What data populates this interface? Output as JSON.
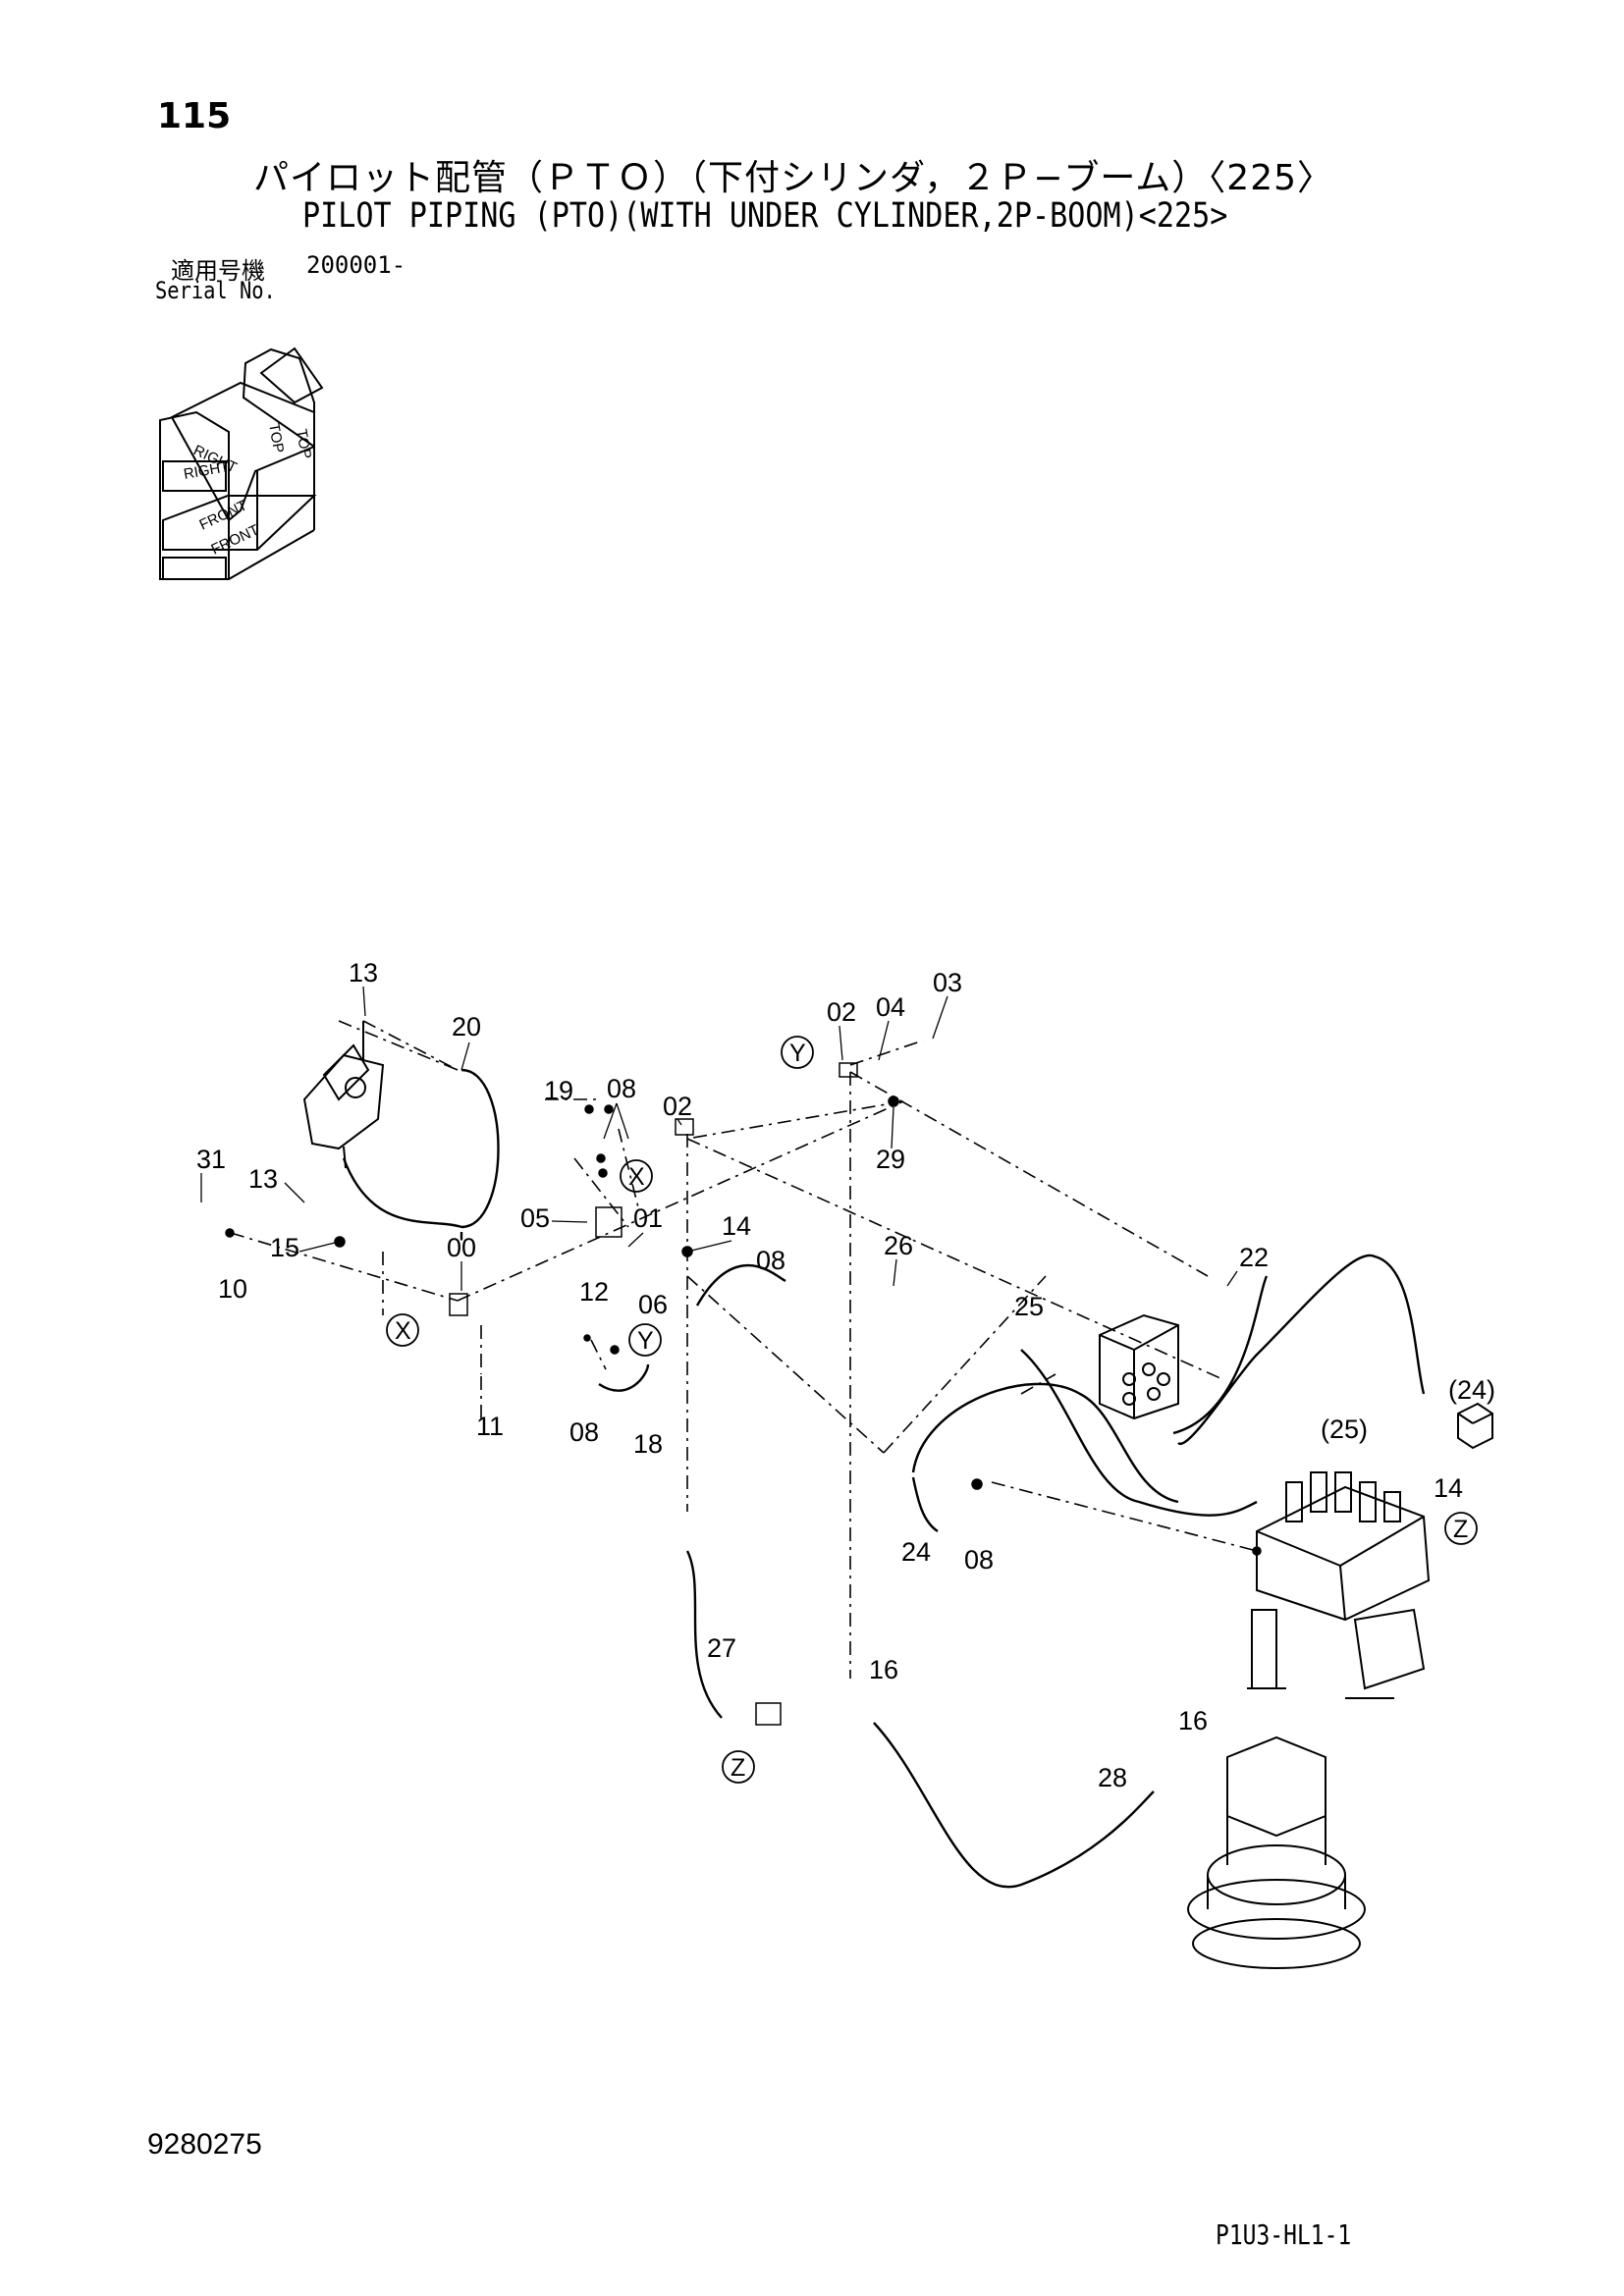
{
  "header": {
    "page_number": "115",
    "title_jp": "パイロット配管（ＰＴＯ）（下付シリンダ，２Ｐ−ブーム）〈225〉",
    "title_en": "PILOT PIPING (PTO)(WITH UNDER CYLINDER,2P-BOOM)<225>",
    "serial_label_jp": "適用号機",
    "serial_value": "200001-",
    "serial_label_en": "Serial No."
  },
  "orientation_icon": {
    "labels": [
      "TOP",
      "TOP",
      "RIGHT",
      "RIGHT",
      "FRONT",
      "FRONT"
    ]
  },
  "callouts": [
    {
      "id": "c13a",
      "text": "13"
    },
    {
      "id": "c20",
      "text": "20"
    },
    {
      "id": "c02a",
      "text": "02"
    },
    {
      "id": "c04",
      "text": "04"
    },
    {
      "id": "c03",
      "text": "03"
    },
    {
      "id": "c19",
      "text": "19"
    },
    {
      "id": "c08a",
      "text": "08"
    },
    {
      "id": "c02b",
      "text": "02"
    },
    {
      "id": "c29",
      "text": "29"
    },
    {
      "id": "c31",
      "text": "31"
    },
    {
      "id": "c13b",
      "text": "13"
    },
    {
      "id": "c05",
      "text": "05"
    },
    {
      "id": "c01",
      "text": "01"
    },
    {
      "id": "c14a",
      "text": "14"
    },
    {
      "id": "c15",
      "text": "15"
    },
    {
      "id": "c00",
      "text": "00"
    },
    {
      "id": "c10",
      "text": "10"
    },
    {
      "id": "c26",
      "text": "26"
    },
    {
      "id": "c08b",
      "text": "08"
    },
    {
      "id": "c22",
      "text": "22"
    },
    {
      "id": "c12",
      "text": "12"
    },
    {
      "id": "c06",
      "text": "06"
    },
    {
      "id": "c25",
      "text": "25"
    },
    {
      "id": "c24p",
      "text": "(24)"
    },
    {
      "id": "c25p",
      "text": "(25)"
    },
    {
      "id": "c11",
      "text": "11"
    },
    {
      "id": "c08c",
      "text": "08"
    },
    {
      "id": "c18",
      "text": "18"
    },
    {
      "id": "c14b",
      "text": "14"
    },
    {
      "id": "c24",
      "text": "24"
    },
    {
      "id": "c08d",
      "text": "08"
    },
    {
      "id": "c27",
      "text": "27"
    },
    {
      "id": "c16a",
      "text": "16"
    },
    {
      "id": "c16b",
      "text": "16"
    },
    {
      "id": "c28",
      "text": "28"
    }
  ],
  "reference_markers": [
    {
      "id": "rY1",
      "text": "Y"
    },
    {
      "id": "rX1",
      "text": "X"
    },
    {
      "id": "rX2",
      "text": "X"
    },
    {
      "id": "rY2",
      "text": "Y"
    },
    {
      "id": "rZ1",
      "text": "Z"
    },
    {
      "id": "rZ2",
      "text": "Z"
    }
  ],
  "footer": {
    "doc_number": "9280275",
    "drawing_code": "P1U3-HL1-1"
  }
}
